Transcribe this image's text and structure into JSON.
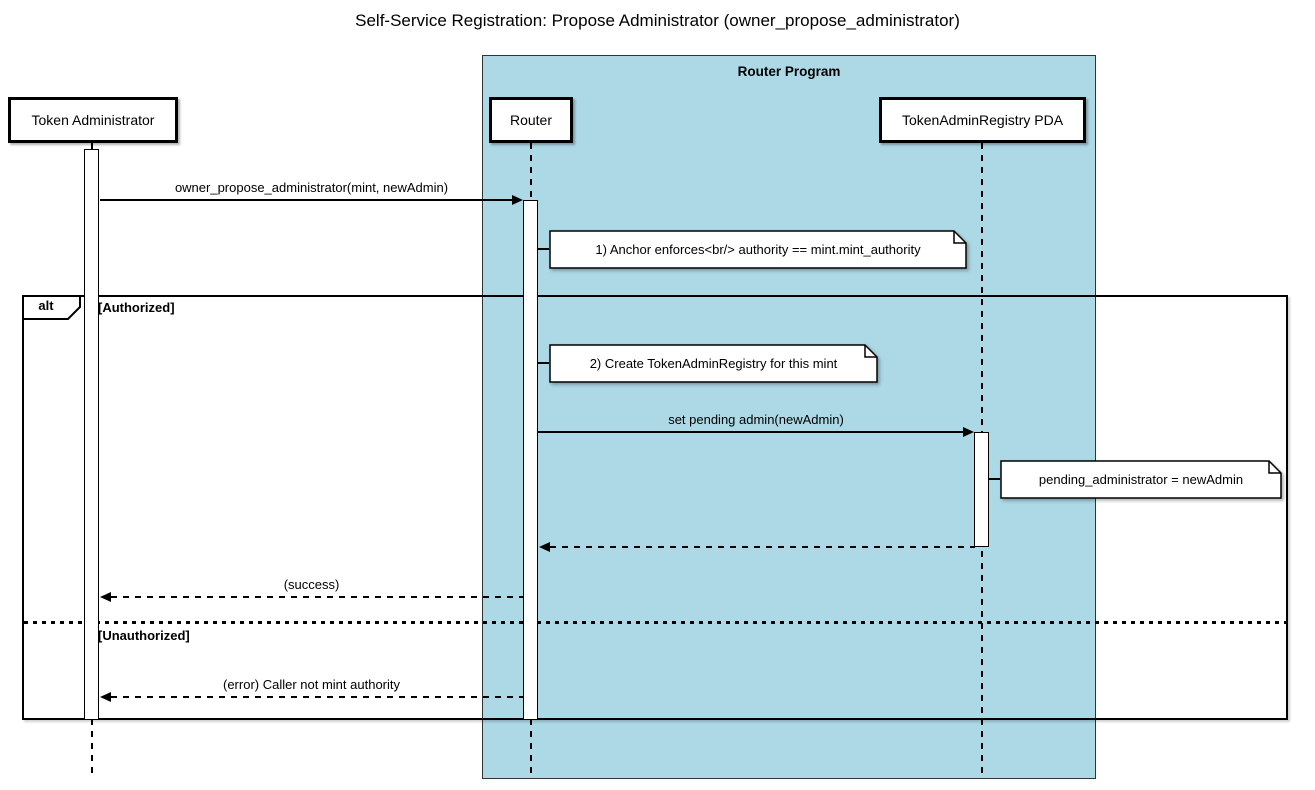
{
  "title": "Self-Service Registration: Propose Administrator (owner_propose_administrator)",
  "boundary": {
    "label": "Router Program",
    "fill": "#ADD8E6"
  },
  "participants": [
    {
      "name": "Token Administrator"
    },
    {
      "name": "Router"
    },
    {
      "name": "TokenAdminRegistry PDA"
    }
  ],
  "messages": [
    {
      "label": "owner_propose_administrator(mint, newAdmin)",
      "from": "Token Administrator",
      "to": "Router",
      "line": "solid"
    },
    {
      "label": "set pending admin(newAdmin)",
      "from": "Router",
      "to": "TokenAdminRegistry PDA",
      "line": "solid"
    },
    {
      "label": "",
      "from": "TokenAdminRegistry PDA",
      "to": "Router",
      "line": "dashed"
    },
    {
      "label": "(success)",
      "from": "Router",
      "to": "Token Administrator",
      "line": "dashed"
    },
    {
      "label": "(error) Caller not mint authority",
      "from": "Router",
      "to": "Token Administrator",
      "line": "dashed"
    }
  ],
  "notes": [
    {
      "text": "1) Anchor enforces<br/> authority == mint.mint_authority"
    },
    {
      "text": "2) Create TokenAdminRegistry for this mint"
    },
    {
      "text": "pending_administrator = newAdmin"
    }
  ],
  "alt_frame": {
    "operator": "alt",
    "conditions": [
      "[Authorized]",
      "[Unauthorized]"
    ]
  }
}
